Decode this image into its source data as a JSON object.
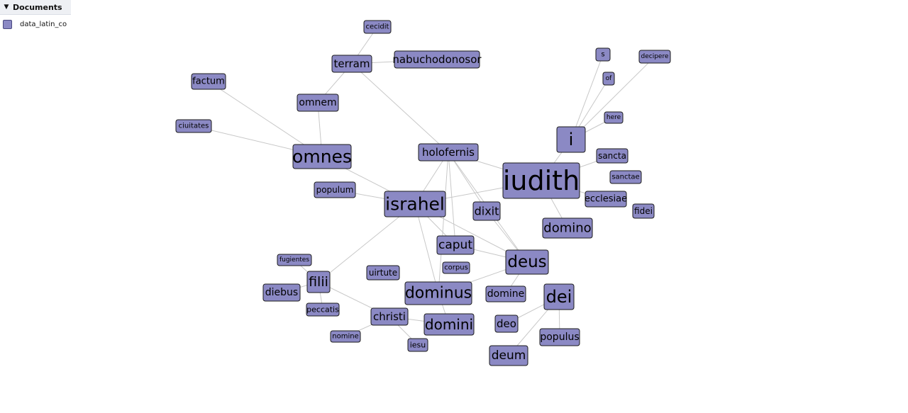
{
  "legend": {
    "header": "Documents",
    "toggle_glyph": "▼",
    "items": [
      {
        "label": "data_latin_co",
        "color": "#8b89c4"
      }
    ]
  },
  "graph": {
    "node_fill": "#8b89c4",
    "edge_color": "#c8c8c8",
    "nodes": [
      {
        "id": "iudith",
        "label": "iudith"
      },
      {
        "id": "israhel",
        "label": "israhel"
      },
      {
        "id": "omnes",
        "label": "omnes"
      },
      {
        "id": "deus",
        "label": "deus"
      },
      {
        "id": "dei",
        "label": "dei"
      },
      {
        "id": "dominus",
        "label": "dominus"
      },
      {
        "id": "i",
        "label": "i"
      },
      {
        "id": "holofernis",
        "label": "holofernis"
      },
      {
        "id": "domini",
        "label": "domini"
      },
      {
        "id": "caput",
        "label": "caput"
      },
      {
        "id": "domino",
        "label": "domino"
      },
      {
        "id": "dixit",
        "label": "dixit"
      },
      {
        "id": "terram",
        "label": "terram"
      },
      {
        "id": "nabuchodonosor",
        "label": "nabuchodonosor"
      },
      {
        "id": "omnem",
        "label": "omnem"
      },
      {
        "id": "factum",
        "label": "factum"
      },
      {
        "id": "ciuitates",
        "label": "ciuitates"
      },
      {
        "id": "cecidit",
        "label": "cecidit"
      },
      {
        "id": "populum",
        "label": "populum"
      },
      {
        "id": "filii",
        "label": "filii"
      },
      {
        "id": "diebus",
        "label": "diebus"
      },
      {
        "id": "fugientes",
        "label": "fugientes"
      },
      {
        "id": "peccatis",
        "label": "peccatis"
      },
      {
        "id": "christi",
        "label": "christi"
      },
      {
        "id": "nomine",
        "label": "nomine"
      },
      {
        "id": "iesu",
        "label": "iesu"
      },
      {
        "id": "uirtute",
        "label": "uirtute"
      },
      {
        "id": "corpus",
        "label": "corpus"
      },
      {
        "id": "domine",
        "label": "domine"
      },
      {
        "id": "deo",
        "label": "deo"
      },
      {
        "id": "deum",
        "label": "deum"
      },
      {
        "id": "populus",
        "label": "populus"
      },
      {
        "id": "ecclesiae",
        "label": "ecclesiae"
      },
      {
        "id": "fidei",
        "label": "fidei"
      },
      {
        "id": "sancta",
        "label": "sancta"
      },
      {
        "id": "sanctae",
        "label": "sanctae"
      },
      {
        "id": "here",
        "label": "here"
      },
      {
        "id": "of",
        "label": "of"
      },
      {
        "id": "s",
        "label": "s"
      },
      {
        "id": "decipere",
        "label": "decipere"
      }
    ],
    "edges": [
      [
        "cecidit",
        "terram"
      ],
      [
        "terram",
        "nabuchodonosor"
      ],
      [
        "terram",
        "holofernis"
      ],
      [
        "omnem",
        "omnes"
      ],
      [
        "omnem",
        "terram"
      ],
      [
        "factum",
        "omnes"
      ],
      [
        "ciuitates",
        "omnes"
      ],
      [
        "omnes",
        "israhel"
      ],
      [
        "populum",
        "israhel"
      ],
      [
        "israhel",
        "iudith"
      ],
      [
        "israhel",
        "holofernis"
      ],
      [
        "israhel",
        "caput"
      ],
      [
        "israhel",
        "dominus"
      ],
      [
        "israhel",
        "deus"
      ],
      [
        "israhel",
        "filii"
      ],
      [
        "holofernis",
        "iudith"
      ],
      [
        "holofernis",
        "caput"
      ],
      [
        "holofernis",
        "dixit"
      ],
      [
        "holofernis",
        "deus"
      ],
      [
        "holofernis",
        "dominus"
      ],
      [
        "iudith",
        "i"
      ],
      [
        "iudith",
        "domino"
      ],
      [
        "iudith",
        "ecclesiae"
      ],
      [
        "iudith",
        "sancta"
      ],
      [
        "i",
        "s"
      ],
      [
        "i",
        "of"
      ],
      [
        "i",
        "decipere"
      ],
      [
        "i",
        "here"
      ],
      [
        "dixit",
        "deus"
      ],
      [
        "deus",
        "caput"
      ],
      [
        "deus",
        "dominus"
      ],
      [
        "deus",
        "domine"
      ],
      [
        "dei",
        "deo"
      ],
      [
        "dei",
        "deum"
      ],
      [
        "dei",
        "populus"
      ],
      [
        "dominus",
        "domini"
      ],
      [
        "domini",
        "christi"
      ],
      [
        "christi",
        "iesu"
      ],
      [
        "christi",
        "nomine"
      ],
      [
        "christi",
        "filii"
      ],
      [
        "filii",
        "diebus"
      ],
      [
        "filii",
        "fugientes"
      ],
      [
        "filii",
        "peccatis"
      ]
    ]
  }
}
